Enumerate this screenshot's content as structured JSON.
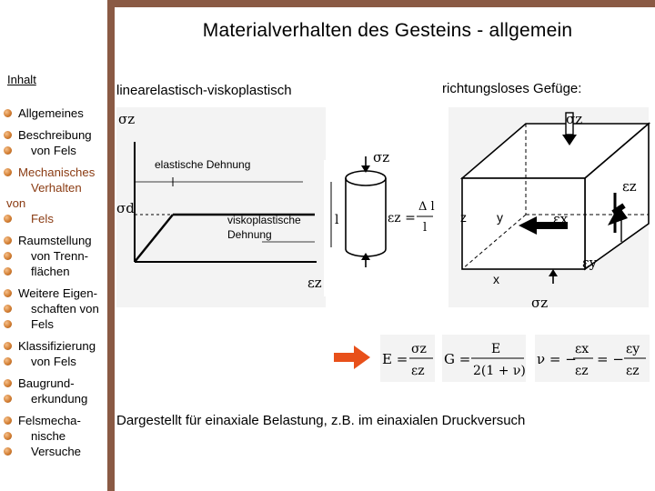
{
  "title": "Materialverhalten des Gesteins - allgemein",
  "sidebar": {
    "heading": "Inhalt",
    "items": [
      {
        "lines": [
          "Allgemeines"
        ]
      },
      {
        "lines": [
          "Beschreibung",
          "von Fels"
        ]
      },
      {
        "lines": [
          "Mechanisches",
          "Verhalten",
          "von",
          "Fels"
        ],
        "accent": true
      },
      {
        "lines": [
          "Raumstellung",
          "von Trenn-",
          "flächen"
        ]
      },
      {
        "lines": [
          "Weitere Eigen-",
          "schaften von",
          "Fels"
        ]
      },
      {
        "lines": [
          "Klassifizierung",
          "von Fels"
        ]
      },
      {
        "lines": [
          "Baugrund-",
          "erkundung"
        ]
      },
      {
        "lines": [
          "Felsmecha-",
          "nische",
          "Versuche"
        ]
      }
    ]
  },
  "left_subtitle": "linearelastisch-viskoplastisch",
  "right_subtitle": "richtungsloses Gefüge:",
  "diagram": {
    "label_sigma_z_left": "σz",
    "label_sigma_d": "σd",
    "label_elastic": "elastische Dehnung",
    "label_viscoplastic_1": "viskoplastische",
    "label_viscoplastic_2": "Dehnung",
    "label_sigma_z_cyl": "σz",
    "label_eps_z_cyl": "εz",
    "strain_formula_lhs": "εz =",
    "strain_formula_num": "Δ l",
    "strain_formula_den": "l",
    "label_l": "l",
    "label_sigma_z_top": "σz",
    "label_eps_z_box": "εz",
    "label_eps_x_box": "εx",
    "label_eps_y_box": "εy",
    "label_sigma_z_bottom": "σz",
    "axis_z": "z",
    "axis_y": "y",
    "axis_x": "x"
  },
  "formulas": {
    "E_lhs": "E =",
    "E_num": "σz",
    "E_den": "εz",
    "G_lhs": "G =",
    "G_num": "E",
    "G_den": "2(1 + ν)",
    "nu_lhs": "ν = −",
    "nu_num1": "εx",
    "nu_den1": "εz",
    "nu_mid": "= −",
    "nu_num2": "εy",
    "nu_den2": "εz"
  },
  "caption": "Dargestellt für einaxiale Belastung, z.B. im einaxialen Druckversuch",
  "colors": {
    "bar": "#8a5a44",
    "bullet": "#d07a2e",
    "accent_arrow": "#e8501a",
    "panel": "#f3f3f3"
  }
}
